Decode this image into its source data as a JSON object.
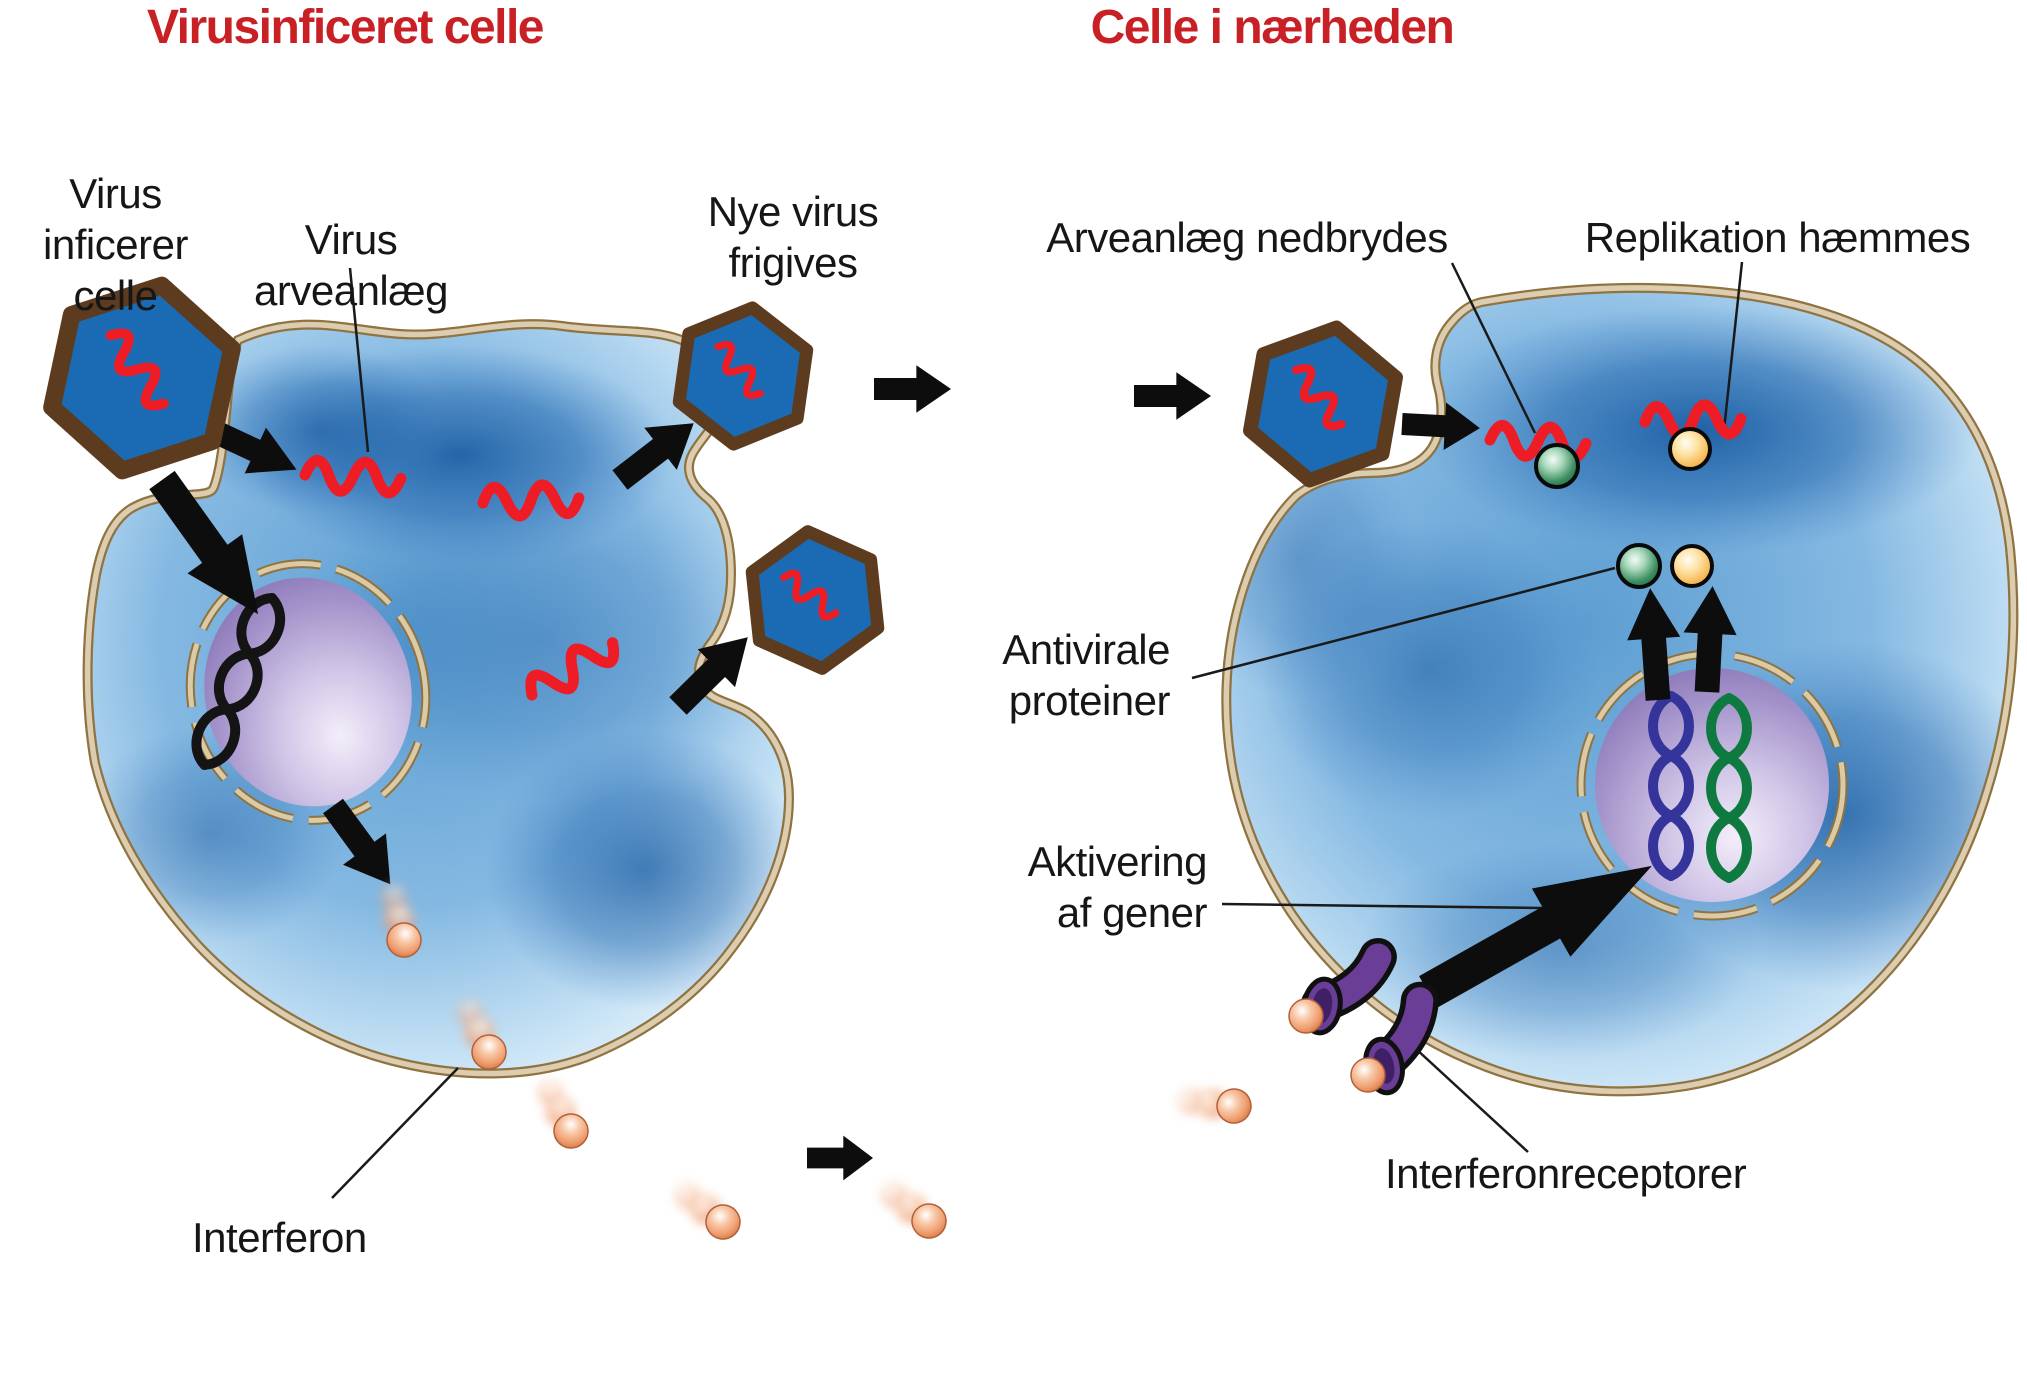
{
  "titles": {
    "left": "Virusinficeret celle",
    "right": "Celle i nærheden"
  },
  "labels": {
    "virus_inficerer": "Virus\ninficerer\ncelle",
    "virus_arveanlaeg": "Virus arveanlæg",
    "nye_virus": "Nye virus\nfrigives",
    "arveanlaeg_nedbrydes": "Arveanlæg nedbrydes",
    "replikation_haemmes": "Replikation hæmmes",
    "antivirale_proteiner": "Antivirale\nproteiner",
    "aktivering_af_gener": "Aktivering\naf gener",
    "interferonreceptorer": "Interferonreceptorer",
    "interferon": "Interferon"
  },
  "colors": {
    "title_red": "#c92026",
    "label_black": "#161616",
    "cell_blue_core": "#5d9ed2",
    "cell_blue_edge": "#f6fbff",
    "membrane_tan": "#dccdb0",
    "membrane_brown": "#8f7340",
    "virus_blue": "#1a6bb4",
    "virus_border_brown": "#5d3b1e",
    "viral_rna_red": "#ee1c25",
    "nucleus_purple": "#a291c9",
    "dna_black": "#141414",
    "dna_blue": "#35349b",
    "dna_green": "#0f7a40",
    "antiviral_protein_green": "#1e6b45",
    "antiviral_protein_yellow": "#f0a93c",
    "interferon_orange": "#ef9e6f",
    "receptor_purple": "#6a3d96",
    "arrow_black": "#0d0d0d"
  },
  "figure_elements": {
    "left_cell": "virus-infected cell releasing interferon and new viruses",
    "right_cell": "neighbouring cell activating antiviral genes",
    "virus_count": 4,
    "interferon_molecules": "orange spheres travelling between cells",
    "antiviral_proteins": "green and yellow spheres",
    "receptors": "purple interferon receptors on membrane"
  }
}
